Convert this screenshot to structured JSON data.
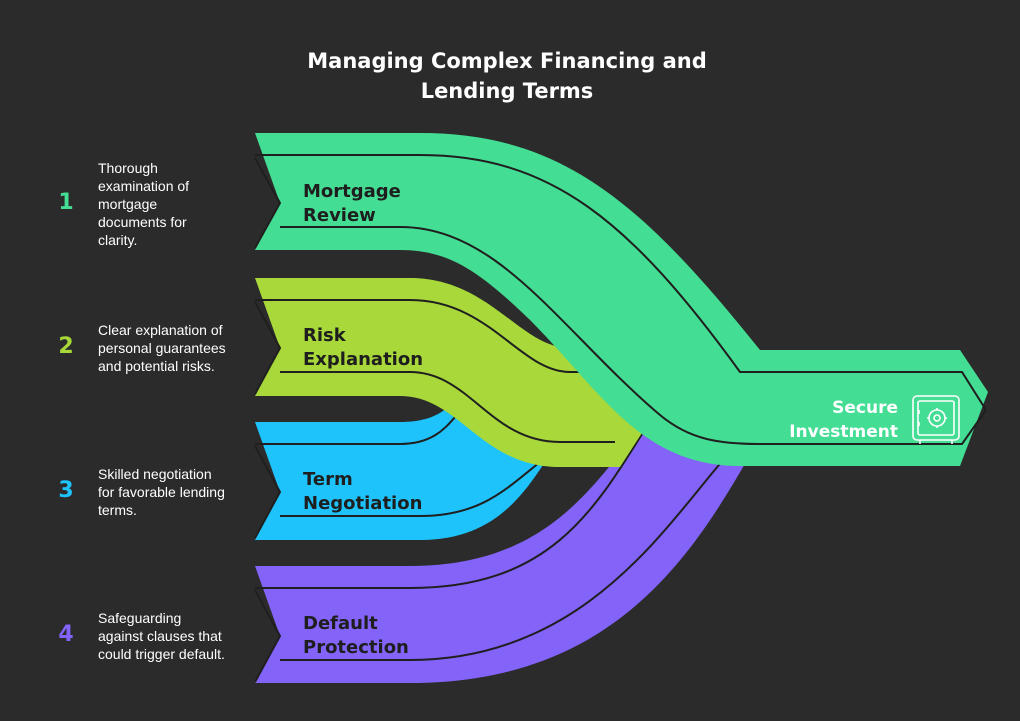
{
  "title": "Managing Complex Financing and\nLending Terms",
  "colors": {
    "background": "#2b2b2b",
    "green": "#44dd94",
    "lime": "#a8d83a",
    "blue": "#1ec3fb",
    "purple": "#8363f8"
  },
  "steps": [
    {
      "number": "1",
      "label": "Mortgage\nReview",
      "description": "Thorough\nexamination of\nmortgage\ndocuments for\nclarity.",
      "color": "#44dd94"
    },
    {
      "number": "2",
      "label": "Risk\nExplanation",
      "description": "Clear explanation of\npersonal guarantees\nand potential risks.",
      "color": "#a8d83a"
    },
    {
      "number": "3",
      "label": "Term\nNegotiation",
      "description": "Skilled negotiation\nfor favorable lending\nterms.",
      "color": "#1ec3fb"
    },
    {
      "number": "4",
      "label": "Default\nProtection",
      "description": "Safeguarding\nagainst clauses that\ncould trigger default.",
      "color": "#8363f8"
    }
  ],
  "outcome": {
    "label": "Secure\nInvestment",
    "icon": "safe-icon"
  }
}
